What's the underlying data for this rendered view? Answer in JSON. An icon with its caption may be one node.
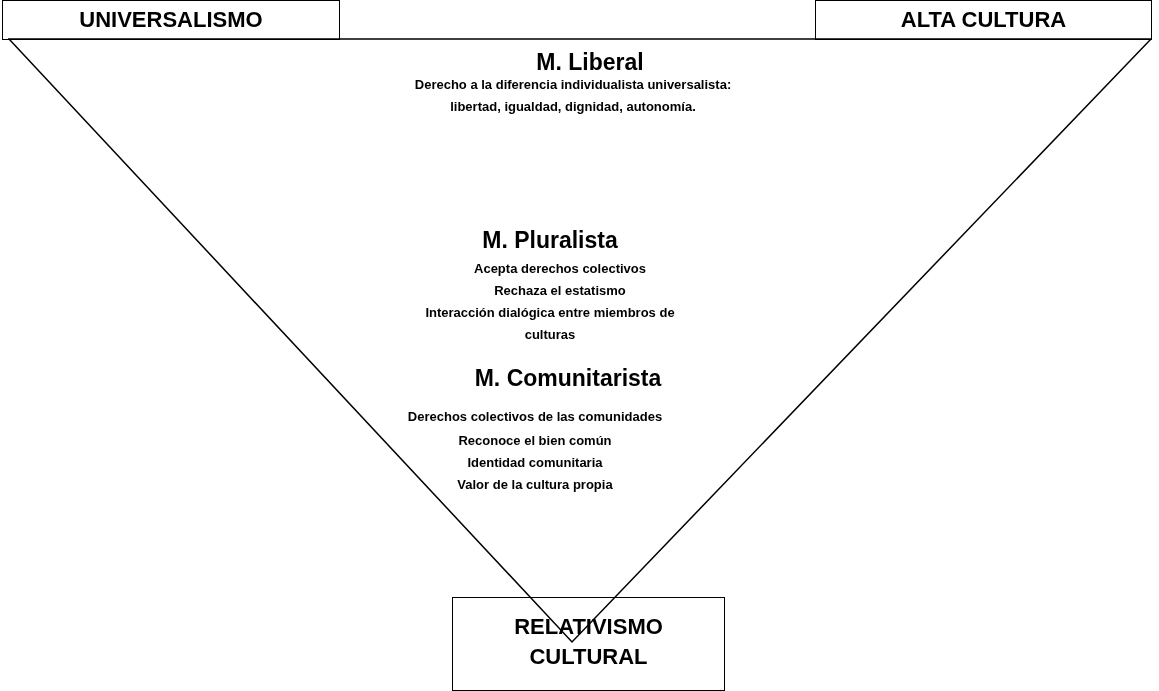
{
  "diagram": {
    "nodes": [
      {
        "text": [
          "M. Liberal",
          "Derecho a la diferencia individualista universalista: libertad, igualdad, dignidad, autonomía.",
          "M. Pluralista",
          "Acepta derechos colectivos",
          "Rechaza el estatismo",
          "Interacción dialógica entre miembros de culturas",
          "M. Comunitarista",
          "Derechos colectivos de las comunidades",
          "Reconoce el bien común",
          "Identidad comunitaria",
          "Valor de la cultura propia"
        ]
      },
      {
        "text": [
          "UNIVERSALISMO"
        ]
      },
      {
        "text": [
          "ALTA CULTURA"
        ]
      },
      {
        "text": [
          "RELATIVISMO CULTURAL"
        ]
      }
    ],
    "edges": []
  }
}
